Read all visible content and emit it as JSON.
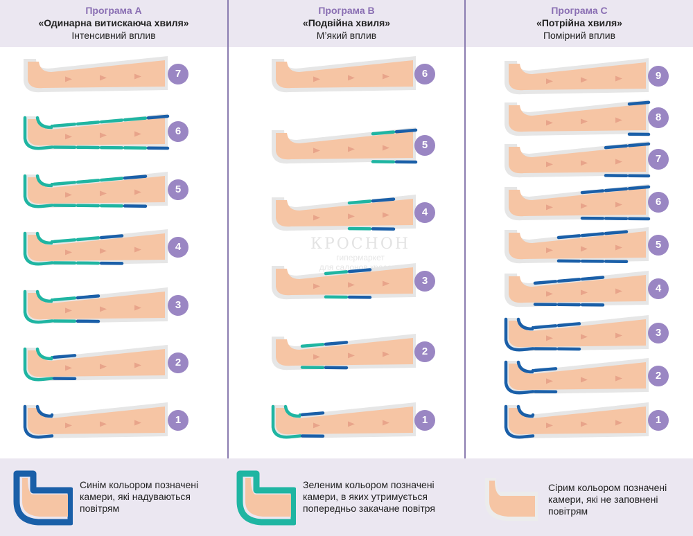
{
  "programs": [
    {
      "title": "Програма А",
      "name": "«Одинарна витискаюча хвиля»",
      "subtitle": "Інтенсивний вплив",
      "steps": [
        {
          "num": "7",
          "blue": [],
          "green": []
        },
        {
          "num": "6",
          "blue": [
            5
          ],
          "green": [
            0,
            1,
            2,
            3,
            4
          ]
        },
        {
          "num": "5",
          "blue": [
            4
          ],
          "green": [
            0,
            1,
            2,
            3
          ]
        },
        {
          "num": "4",
          "blue": [
            3
          ],
          "green": [
            0,
            1,
            2
          ]
        },
        {
          "num": "3",
          "blue": [
            2
          ],
          "green": [
            0,
            1
          ]
        },
        {
          "num": "2",
          "blue": [
            1
          ],
          "green": [
            0
          ]
        },
        {
          "num": "1",
          "blue": [
            0
          ],
          "green": []
        }
      ]
    },
    {
      "title": "Програма В",
      "name": "«Подвійна хвиля»",
      "subtitle": "М’який вплив",
      "steps": [
        {
          "num": "6",
          "blue": [],
          "green": []
        },
        {
          "num": "5",
          "blue": [
            5
          ],
          "green": [
            4
          ]
        },
        {
          "num": "4",
          "blue": [
            4
          ],
          "green": [
            3
          ]
        },
        {
          "num": "3",
          "blue": [
            3
          ],
          "green": [
            2
          ]
        },
        {
          "num": "2",
          "blue": [
            2
          ],
          "green": [
            1
          ]
        },
        {
          "num": "1",
          "blue": [
            1
          ],
          "green": [
            0
          ]
        }
      ]
    },
    {
      "title": "Програма С",
      "name": "«Потрійна хвиля»",
      "subtitle": "Помірний вплив",
      "steps": [
        {
          "num": "9",
          "blue": [],
          "green": []
        },
        {
          "num": "8",
          "blue": [
            5
          ],
          "green": []
        },
        {
          "num": "7",
          "blue": [
            4,
            5
          ],
          "green": []
        },
        {
          "num": "6",
          "blue": [
            3,
            4,
            5
          ],
          "green": []
        },
        {
          "num": "5",
          "blue": [
            2,
            3,
            4
          ],
          "green": []
        },
        {
          "num": "4",
          "blue": [
            1,
            2,
            3
          ],
          "green": []
        },
        {
          "num": "3",
          "blue": [
            0,
            1,
            2
          ],
          "green": []
        },
        {
          "num": "2",
          "blue": [
            0,
            1
          ],
          "green": []
        },
        {
          "num": "1",
          "blue": [
            0
          ],
          "green": []
        }
      ]
    }
  ],
  "legend": [
    {
      "kind": "blue",
      "text": "Синім кольором позначені камери, які надуваються повітрям"
    },
    {
      "kind": "green",
      "text": "Зеленим кольором позначені камери, в яких утримується попередньо закачане повітря"
    },
    {
      "kind": "grey",
      "text": "Сірим кольором позначені камери, які не заповнені повітрям"
    }
  ],
  "watermark": {
    "brand": "КРОСНОН",
    "line1": "гипермаркет",
    "line2": "для салонов красоты"
  },
  "colors": {
    "blue": "#1a5fa8",
    "green": "#1fb5a2",
    "grey": "#e6e6e6",
    "skin": "#f6c5a4",
    "badge": "#9a86c3",
    "accent": "#8a6fb3"
  }
}
